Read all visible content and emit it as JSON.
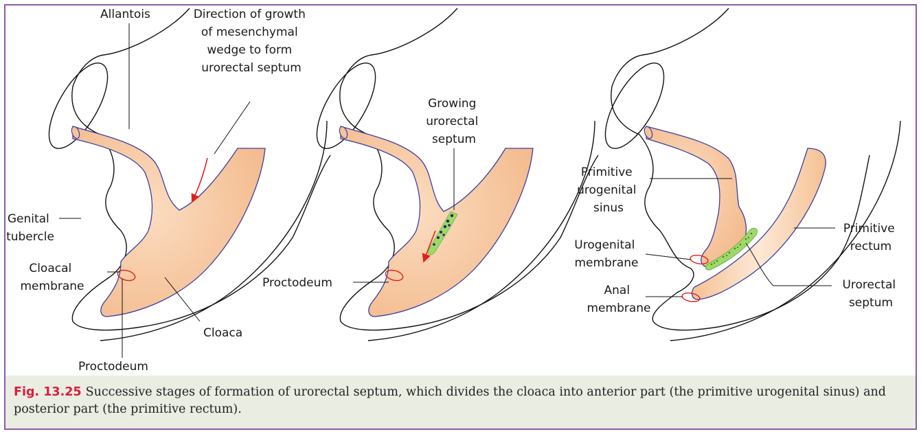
{
  "panel1": {
    "allantois": "Allantois",
    "direction": [
      "Direction of growth",
      "of mesenchymal",
      "wedge to form",
      "urorectal septum"
    ],
    "genital": [
      "Genital",
      "tubercle"
    ],
    "cloacal_membrane": [
      "Cloacal",
      "membrane"
    ],
    "cloaca": "Cloaca",
    "proctodeum": "Proctodeum"
  },
  "panel2": {
    "growing": [
      "Growing",
      "urorectal",
      "septum"
    ],
    "proctodeum": "Proctodeum"
  },
  "panel3": {
    "sinus": [
      "Primitive",
      "urogenital",
      "sinus"
    ],
    "urogenital_membrane": [
      "Urogenital",
      "membrane"
    ],
    "anal_membrane": [
      "Anal",
      "membrane"
    ],
    "rectum": [
      "Primitive",
      "rectum"
    ],
    "septum": [
      "Urorectal",
      "septum"
    ]
  },
  "caption": {
    "number": "Fig. 13.25",
    "text": "Successive stages of formation of urorectal septum, which divides the cloaca into anterior part (the primitive urogenital sinus) and posterior part (the primitive rectum)."
  },
  "colors": {
    "tissue": "#f6c39a",
    "outline": "#3b3fa0",
    "arrow": "#e02020",
    "septum": "#9fd86a",
    "frame": "#8a5ba8",
    "caption_bg": "#e9ede2",
    "fig_number": "#d81f3a"
  }
}
